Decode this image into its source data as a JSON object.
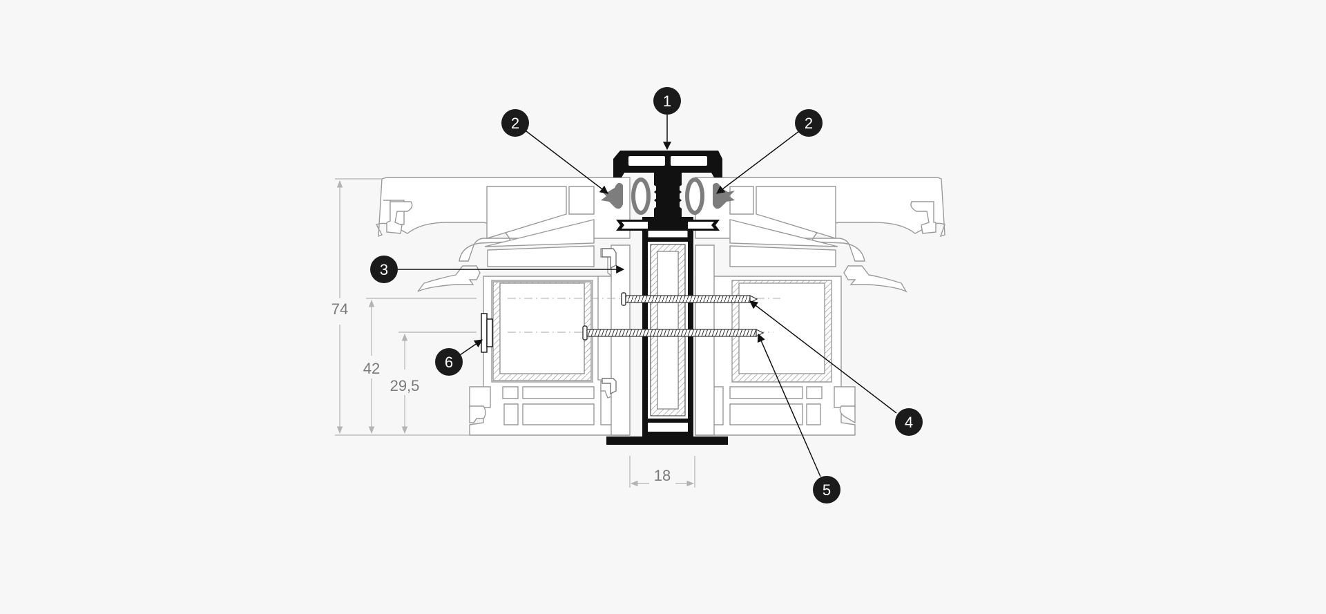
{
  "colors": {
    "background": "#f7f7f7",
    "profile_stroke": "#9a9a9a",
    "dimension": "#b3b3b3",
    "dimension_text": "#7a7a7a",
    "core_black": "#111111",
    "seal_gray": "#7d7d7d",
    "callout_fill": "#1b1b1b",
    "callout_text": "#ffffff"
  },
  "dimensions": {
    "total_height": "74",
    "mid_height": "42",
    "low_height": "29,5",
    "core_width": "18"
  },
  "callouts": [
    {
      "number": "1"
    },
    {
      "number": "2"
    },
    {
      "number": "2"
    },
    {
      "number": "3"
    },
    {
      "number": "4"
    },
    {
      "number": "5"
    },
    {
      "number": "6"
    }
  ]
}
